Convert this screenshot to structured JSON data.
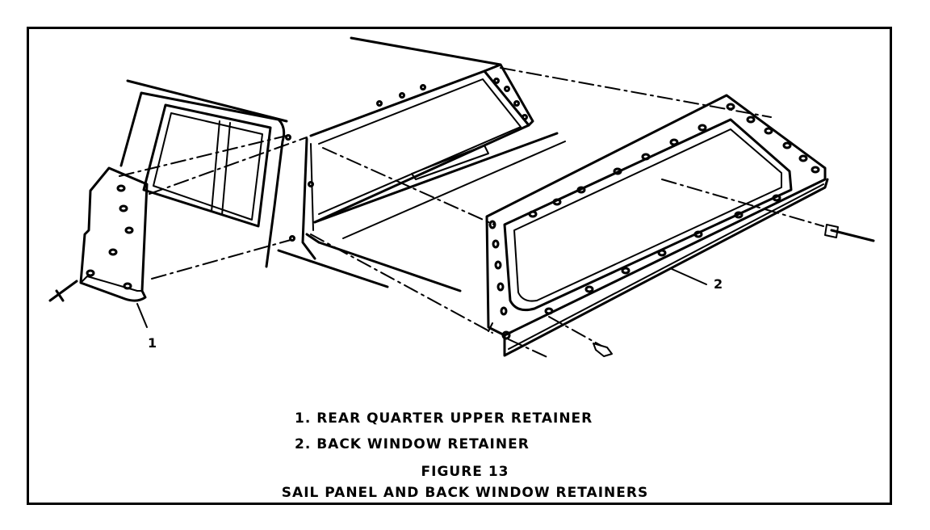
{
  "callouts": {
    "one": "1",
    "two": "2"
  },
  "legend": [
    "1.  REAR QUARTER UPPER RETAINER",
    "2.  BACK WINDOW RETAINER"
  ],
  "figure": {
    "number": "FIGURE 13",
    "title": "SAIL PANEL AND BACK WINDOW RETAINERS"
  }
}
